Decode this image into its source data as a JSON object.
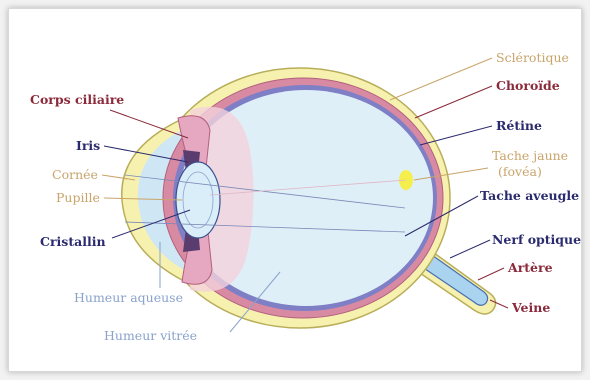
{
  "colors": {
    "sclera": "#f7f1b0",
    "sclera_stroke": "#b8ae5a",
    "choroid": "#d98aa3",
    "retina": "#7f7fc6",
    "vitreous": "#dfeff7",
    "aqueous": "#cfe7f4",
    "ciliary": "#e6a7c0",
    "lens": "#d9eef9",
    "fovea": "#f5ef4e",
    "nerve": "#a9d3ef",
    "label_dark": "#2a2a6e",
    "label_red": "#8a2a3a",
    "label_tan": "#c9a46a",
    "label_blue": "#8aa2cc"
  },
  "labels": {
    "sclerotique": "Sclérotique",
    "choroide": "Choroïde",
    "retine": "Rétine",
    "tache_jaune": "Tache jaune",
    "fovea": "(fovéa)",
    "tache_aveugle": "Tache aveugle",
    "nerf_optique": "Nerf optique",
    "artere": "Artère",
    "veine": "Veine",
    "corps_ciliaire": "Corps ciliaire",
    "iris": "Iris",
    "cornee": "Cornée",
    "pupille": "Pupille",
    "cristallin": "Cristallin",
    "humeur_aqueuse": "Humeur aqueuse",
    "humeur_vitree": "Humeur vitrée"
  }
}
